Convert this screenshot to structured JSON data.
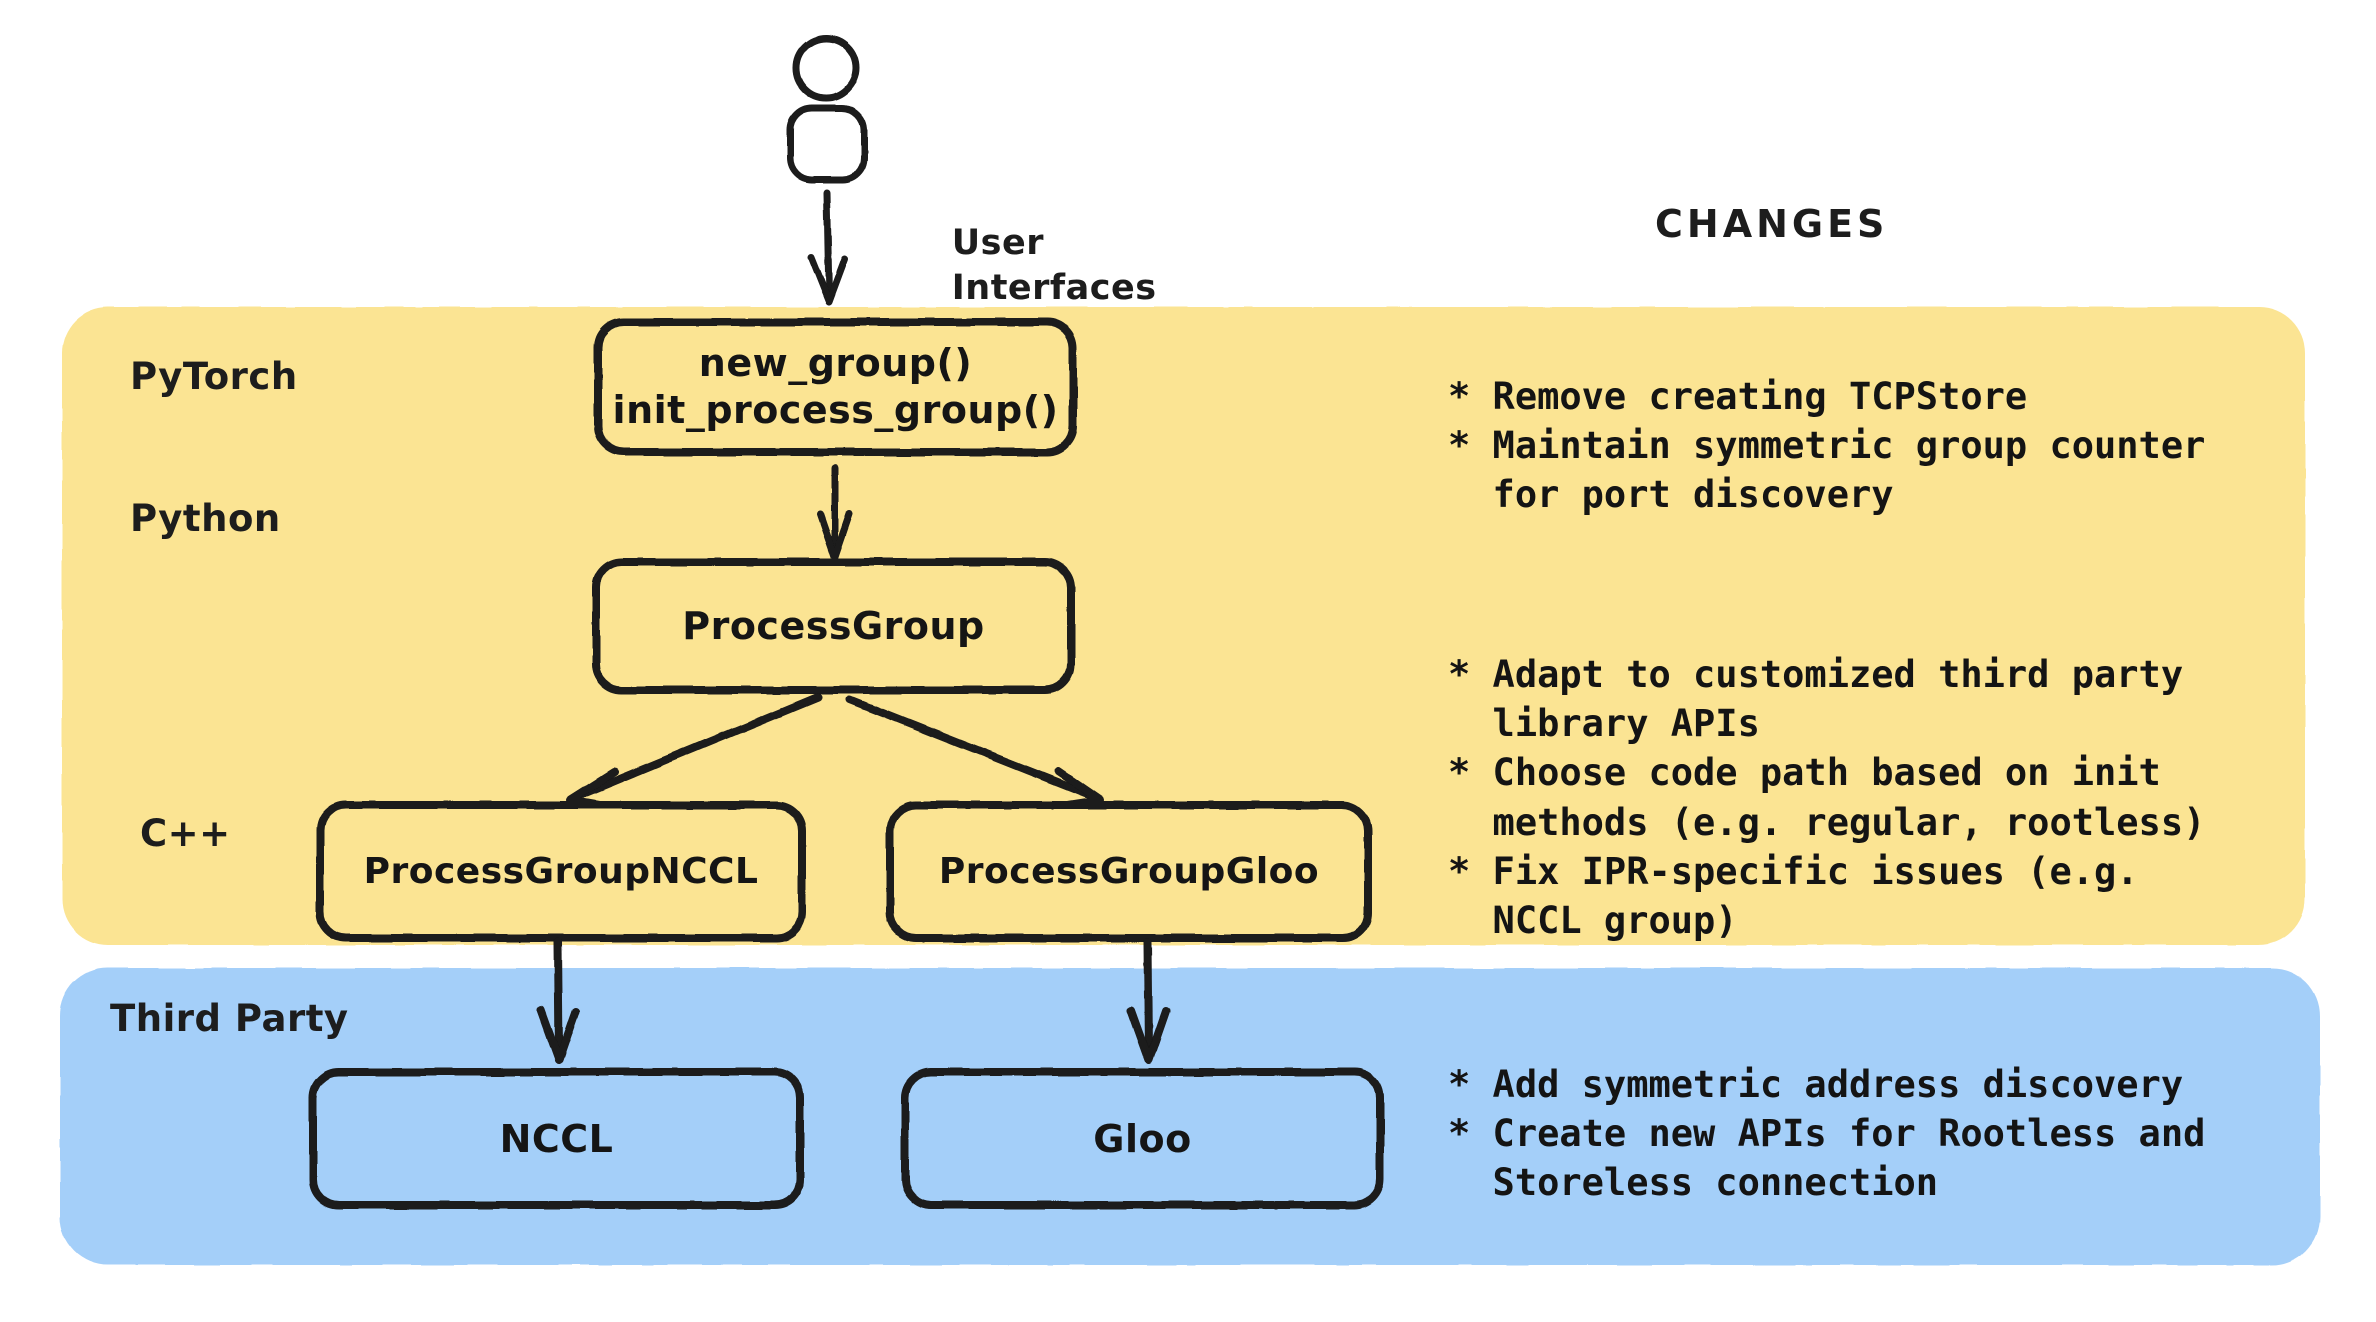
{
  "diagram": {
    "title_right": "CHANGES",
    "user_flow_label_line1": "User",
    "user_flow_label_line2": "Interfaces",
    "user_icon": "person-icon"
  },
  "colors": {
    "yellow_panel": "#FBE493",
    "blue_panel": "#A4CFF9",
    "stroke": "#1a1a1a",
    "background": "#FFFFFF"
  },
  "panels": [
    {
      "key": "pytorch",
      "fill": "#FBE493",
      "layer_labels": [
        "PyTorch",
        "Python",
        "C++"
      ]
    },
    {
      "key": "third_party",
      "fill": "#A4CFF9",
      "layer_labels": [
        "Third Party"
      ]
    }
  ],
  "layer_labels": {
    "pytorch": "PyTorch",
    "python": "Python",
    "cpp": "C++",
    "third_party": "Third Party"
  },
  "nodes": {
    "api": {
      "line1": "new_group()",
      "line2": "init_process_group()"
    },
    "process_group": {
      "label": "ProcessGroup"
    },
    "pg_nccl": {
      "label": "ProcessGroupNCCL"
    },
    "pg_gloo": {
      "label": "ProcessGroupGloo"
    },
    "nccl": {
      "label": "NCCL"
    },
    "gloo": {
      "label": "Gloo"
    }
  },
  "changes": {
    "heading": "CHANGES",
    "groups": [
      {
        "key": "python-changes",
        "lines": [
          "* Remove creating TCPStore",
          "* Maintain symmetric group counter",
          "  for port discovery"
        ]
      },
      {
        "key": "cpp-changes",
        "lines": [
          "* Adapt to customized third party",
          "  library APIs",
          "* Choose code path based on init",
          "  methods (e.g. regular, rootless)",
          "* Fix IPR-specific issues (e.g.",
          "  NCCL group)"
        ]
      },
      {
        "key": "third-party-changes",
        "lines": [
          "* Add symmetric address discovery",
          "* Create new APIs for Rootless and",
          "  Storeless connection"
        ]
      }
    ]
  },
  "connections": [
    {
      "from": "user",
      "to": "api",
      "kind": "arrow-down"
    },
    {
      "from": "api",
      "to": "process_group",
      "kind": "arrow-down"
    },
    {
      "from": "process_group",
      "to": "pg_nccl",
      "kind": "arrow-diagonal-left"
    },
    {
      "from": "process_group",
      "to": "pg_gloo",
      "kind": "arrow-diagonal-right"
    },
    {
      "from": "pg_nccl",
      "to": "nccl",
      "kind": "arrow-down"
    },
    {
      "from": "pg_gloo",
      "to": "gloo",
      "kind": "arrow-down"
    },
    {
      "from": "python-layer",
      "to": "cpp-layer",
      "kind": "dashed-divider"
    }
  ]
}
